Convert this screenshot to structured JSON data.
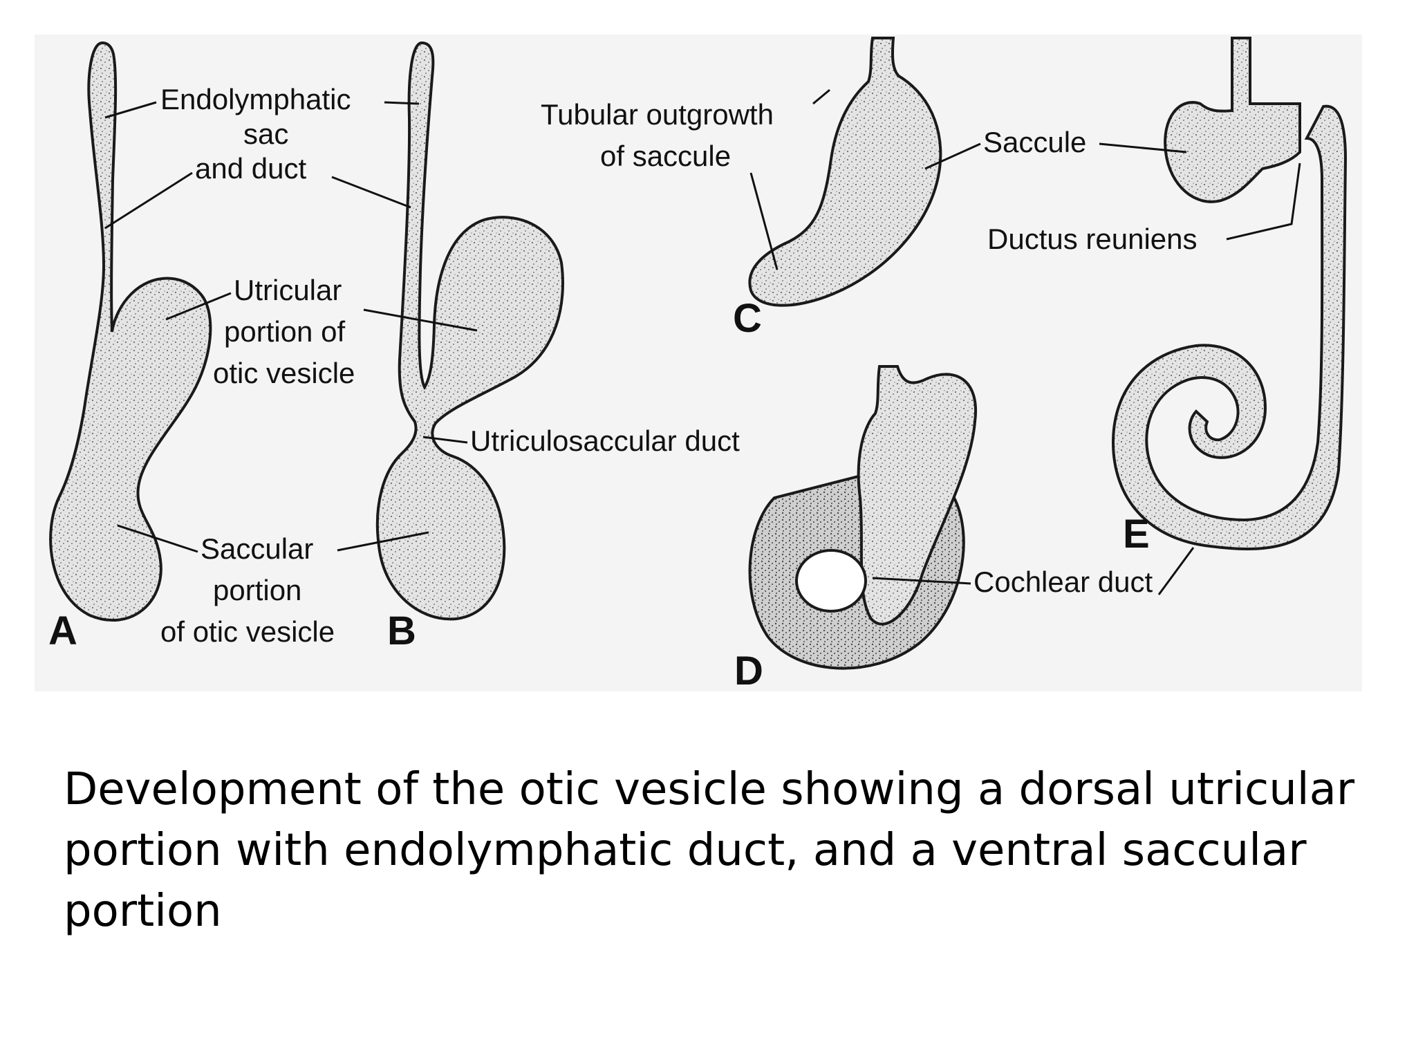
{
  "panels": {
    "a": "A",
    "b": "B",
    "c": "C",
    "d": "D",
    "e": "E"
  },
  "labels": {
    "endolymphatic_1": "Endolymphatic",
    "endolymphatic_2": "sac",
    "endolymphatic_3": "and duct",
    "utricular_1": "Utricular",
    "utricular_2": "portion of",
    "utricular_3": "otic vesicle",
    "utriculosaccular": "Utriculosaccular duct",
    "saccular_1": "Saccular",
    "saccular_2": "portion",
    "saccular_3": "of otic vesicle",
    "tubular_1": "Tubular outgrowth",
    "tubular_2": "of saccule",
    "saccule": "Saccule",
    "ductus_reuniens": "Ductus reuniens",
    "cochlear_duct": "Cochlear duct"
  },
  "caption": "Development of the otic vesicle showing a dorsal utricular portion with endolymphatic duct, and a ventral saccular portion"
}
